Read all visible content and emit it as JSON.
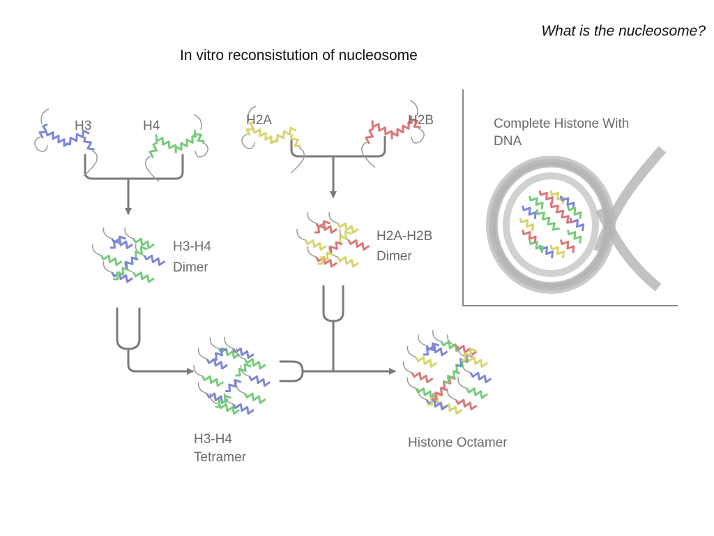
{
  "slide": {
    "title": "What is the nucleosome?",
    "subtitle": "In vitro reconsistution of nucleosome"
  },
  "labels": {
    "h3": "H3",
    "h4": "H4",
    "h2a": "H2A",
    "h2b": "H2B",
    "h3h4_dimer_1": "H3-H4",
    "h3h4_dimer_2": "Dimer",
    "h2ah2b_dimer_1": "H2A-H2B",
    "h2ah2b_dimer_2": "Dimer",
    "tetramer_1": "H3-H4",
    "tetramer_2": "Tetramer",
    "octamer": "Histone Octamer",
    "panel_1": "Complete Histone With",
    "panel_2": "DNA"
  },
  "colors": {
    "h3": "#7d86d6",
    "h4": "#74cc7a",
    "h2a": "#d6d46a",
    "h2b": "#dc7676",
    "line": "#7a7a7a",
    "tail": "#9a9a9a",
    "dna": "#b3b3b3"
  }
}
